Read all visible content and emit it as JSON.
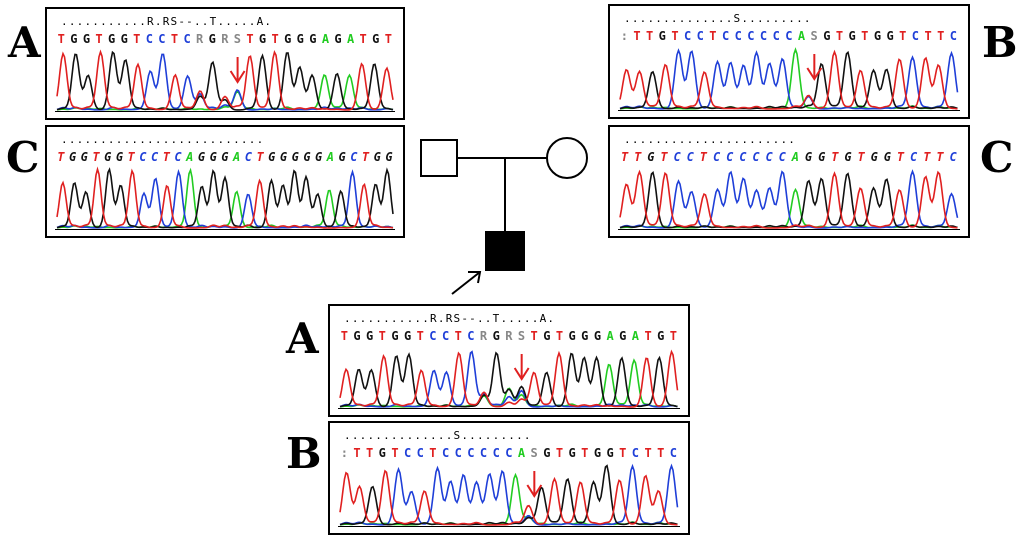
{
  "panels": [
    {
      "id": "father-A",
      "letter": "A",
      "annotation": "...........R.RS--..T.....A.",
      "sequence": "TGGTGGTCCTCRGRSTGTGGGAGATGT",
      "italic": false,
      "arrow": true
    },
    {
      "id": "father-C",
      "letter": "C",
      "annotation": "..........................",
      "sequence": "TGGTGGTCCTCAGGGACTGGGGGAGCTGG",
      "italic": true,
      "arrow": false
    },
    {
      "id": "mother-B",
      "letter": "B",
      "annotation": "..............S.........",
      "sequence": ":TTGTCCTCCCCCCASGTGTGGTCTTC",
      "italic": false,
      "arrow": true
    },
    {
      "id": "mother-C",
      "letter": "C",
      "annotation": "......................",
      "sequence": "TTGTCCTCCCCCCAGGTGTGGTCTTC",
      "italic": true,
      "arrow": false
    },
    {
      "id": "proband-A",
      "letter": "A",
      "annotation": "...........R.RS--..T.....A.",
      "sequence": "TGGTGGTCCTCRGRSTGTGGGAGATGT",
      "italic": false,
      "arrow": true
    },
    {
      "id": "proband-B",
      "letter": "B",
      "annotation": "..............S.........",
      "sequence": ":TTGTCCTCCCCCCASGTGTGGTCTTC",
      "italic": false,
      "arrow": true
    }
  ],
  "colors": {
    "A": "#22cc22",
    "C": "#1f3fd8",
    "G": "#111111",
    "T": "#e02020",
    "ambiguous": "#888888",
    "arrow": "#e02020"
  },
  "pedigree": {
    "father": "square-unaffected",
    "mother": "circle-unaffected",
    "proband": "square-affected-with-arrow"
  }
}
